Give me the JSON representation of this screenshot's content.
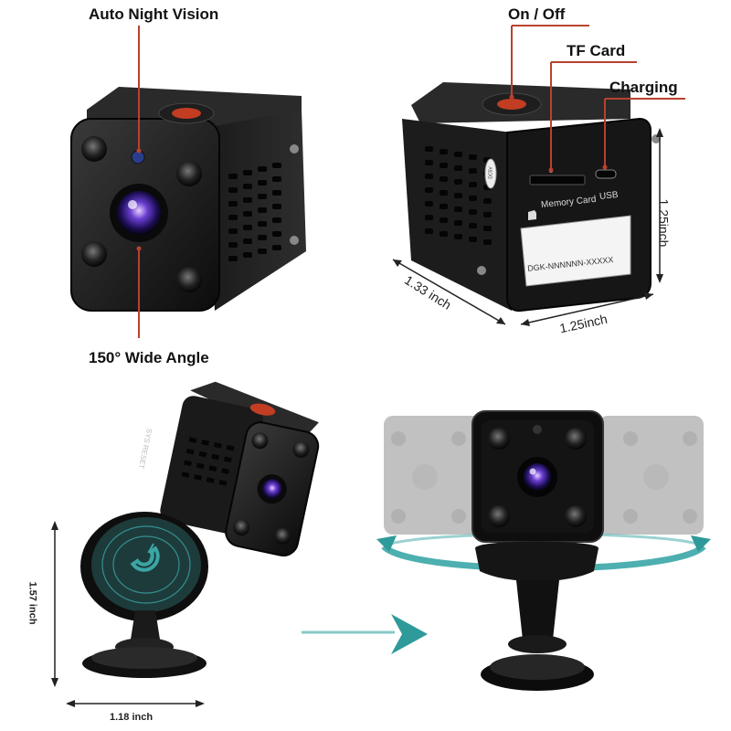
{
  "callouts": {
    "night_vision": "Auto Night Vision",
    "wide_angle": "150° Wide Angle",
    "on_off": "On / Off",
    "tf_card": "TF Card",
    "charging": "Charging"
  },
  "device_labels": {
    "memory_card": "Memory Card",
    "usb": "USB",
    "serial": "DGK-NNNNNN-XXXXX",
    "reset": "SYS RESET",
    "dc": "DC5V"
  },
  "dimensions": {
    "depth": "1.33 inch",
    "width": "1.25inch",
    "height": "1.25inch",
    "mount_height": "1.57 inch",
    "mount_width": "1.18 inch"
  },
  "colors": {
    "accent_red": "#b8422e",
    "teal": "#3aa6a6",
    "body": "#151515"
  },
  "icons": [
    "magnet-icon",
    "sd-card-icon",
    "arrow-right-icon",
    "rotation-arrow-icon"
  ]
}
